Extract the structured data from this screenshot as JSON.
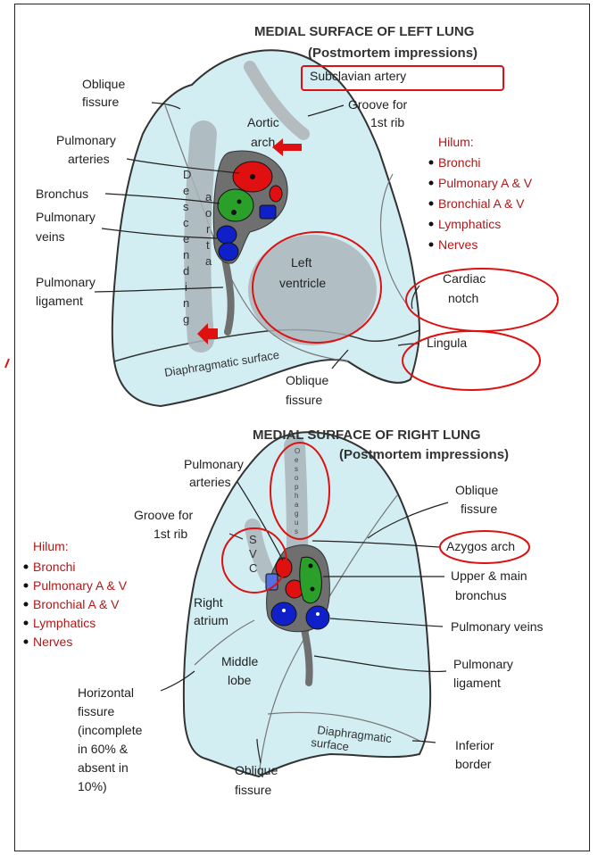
{
  "left_lung": {
    "title": "MEDIAL SURFACE OF LEFT LUNG",
    "subtitle": "(Postmortem impressions)",
    "labels": {
      "oblique_fissure_top_1": "Oblique",
      "oblique_fissure_top_2": "fissure",
      "subclavian_artery": "Subclavian artery",
      "groove_1st_rib_1": "Groove for",
      "groove_1st_rib_2": "1st rib",
      "aortic_arch_1": "Aortic",
      "aortic_arch_2": "arch",
      "pulmonary_arteries_1": "Pulmonary",
      "pulmonary_arteries_2": "arteries",
      "bronchus": "Bronchus",
      "pulmonary_veins_1": "Pulmonary",
      "pulmonary_veins_2": "veins",
      "pulmonary_ligament_1": "Pulmonary",
      "pulmonary_ligament_2": "ligament",
      "left_ventricle_1": "Left",
      "left_ventricle_2": "ventricle",
      "cardiac_notch_1": "Cardiac",
      "cardiac_notch_2": "notch",
      "lingula": "Lingula",
      "diaphragmatic_surface": "Diaphragmatic surface",
      "oblique_fissure_bottom_1": "Oblique",
      "oblique_fissure_bottom_2": "fissure",
      "descending_letters": [
        "D",
        "e",
        "s",
        "c",
        "e",
        "n",
        "d",
        "i",
        "n",
        "g"
      ],
      "aorta_letters": [
        "a",
        "o",
        "r",
        "t",
        "a"
      ]
    },
    "hilum": {
      "heading": "Hilum:",
      "items": [
        "Bronchi",
        "Pulmonary A & V",
        "Bronchial A & V",
        "Lymphatics",
        "Nerves"
      ]
    }
  },
  "right_lung": {
    "title": "MEDIAL SURFACE OF RIGHT LUNG",
    "subtitle": "(Postmortem impressions)",
    "labels": {
      "pulmonary_arteries_1": "Pulmonary",
      "pulmonary_arteries_2": "arteries",
      "groove_1st_rib_1": "Groove for",
      "groove_1st_rib_2": "1st rib",
      "oblique_fissure_1": "Oblique",
      "oblique_fissure_2": "fissure",
      "azygos_arch": "Azygos arch",
      "upper_main_bronchus_1": "Upper & main",
      "upper_main_bronchus_2": "bronchus",
      "right_atrium_1": "Right",
      "right_atrium_2": "atrium",
      "pulmonary_veins": "Pulmonary veins",
      "middle_lobe_1": "Middle",
      "middle_lobe_2": "lobe",
      "pulmonary_ligament_1": "Pulmonary",
      "pulmonary_ligament_2": "ligament",
      "horizontal_fissure_1": "Horizontal",
      "horizontal_fissure_2": "fissure",
      "horizontal_fissure_3": "(incomplete",
      "horizontal_fissure_4": "in 60% &",
      "horizontal_fissure_5": "absent in",
      "horizontal_fissure_6": "10%)",
      "diaphragmatic_1": "Diaphragmatic",
      "diaphragmatic_2": "surface",
      "inferior_border_1": "Inferior",
      "inferior_border_2": "border",
      "oblique_fissure_bottom_1": "Oblique",
      "oblique_fissure_bottom_2": "fissure",
      "svc_letters": [
        "S",
        "V",
        "C"
      ],
      "oesophagus_letters": [
        "O",
        "e",
        "s",
        "o",
        "p",
        "h",
        "a",
        "g",
        "u",
        "s"
      ]
    },
    "hilum": {
      "heading": "Hilum:",
      "items": [
        "Bronchi",
        "Pulmonary A & V",
        "Bronchial A & V",
        "Lymphatics",
        "Nerves"
      ]
    }
  },
  "colors": {
    "lung_fill": "#d2eef3",
    "lung_stroke": "#333333",
    "impression": "#a9b3b8",
    "artery": "#e01010",
    "vein": "#1020c8",
    "bronchus": "#2aa02a",
    "hilum_bg": "#6f6f6f",
    "annotation": "#dd1111",
    "hilum_text": "#b01818"
  }
}
